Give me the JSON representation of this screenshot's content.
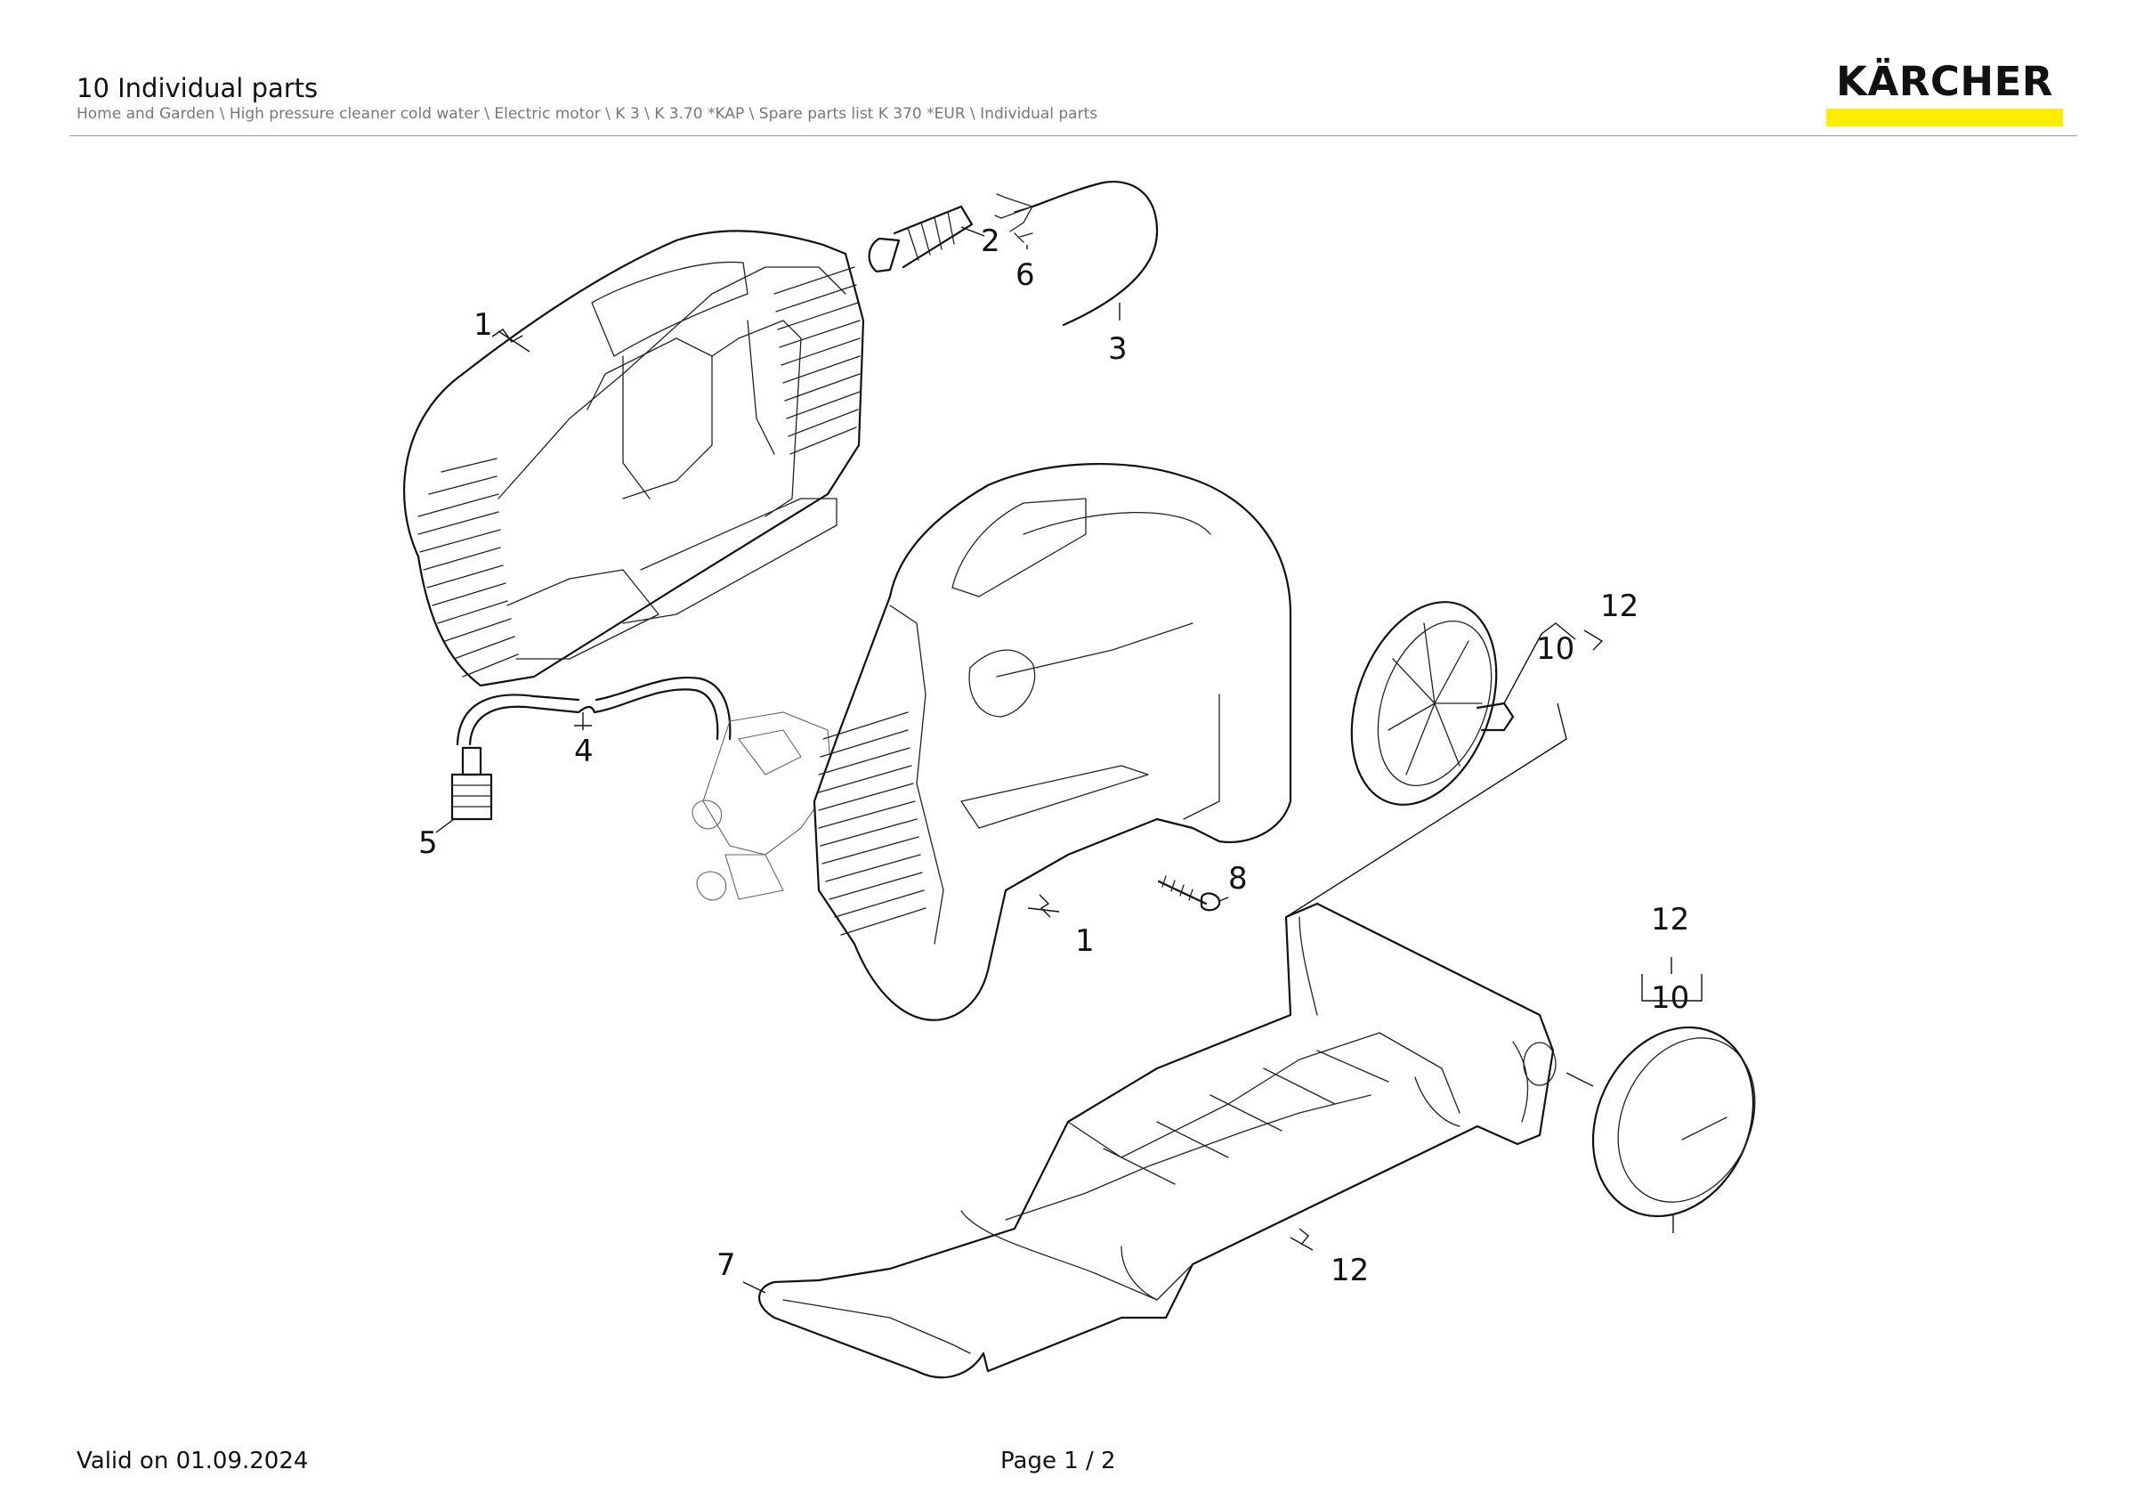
{
  "header": {
    "title": "10 Individual parts",
    "breadcrumb": "Home and Garden \\ High pressure cleaner cold water \\ Electric motor \\ K 3 \\ K 3.70 *KAP \\ Spare parts list K 370 *EUR \\ Individual parts"
  },
  "logo": {
    "text": "KÄRCHER",
    "accent_color": "#FFED00"
  },
  "callouts": {
    "c1a": "1",
    "c1b": "1",
    "c2": "2",
    "c3": "3",
    "c4": "4",
    "c5": "5",
    "c6": "6",
    "c7": "7",
    "c8": "8",
    "c10a": "10",
    "c10b": "10",
    "c12a": "12",
    "c12b": "12",
    "c12c": "12"
  },
  "footer": {
    "valid": "Valid on 01.09.2024",
    "page": "Page 1 / 2"
  }
}
